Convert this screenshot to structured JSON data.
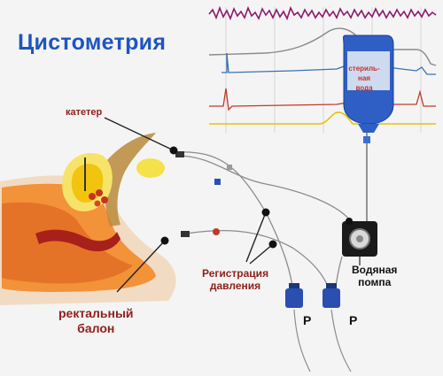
{
  "title": "Цистометрия",
  "labels": {
    "catheter": "катетер",
    "pressure_registration_line1": "Регистрация",
    "pressure_registration_line2": "давления",
    "rectal_balloon_line1": "ректальный",
    "rectal_balloon_line2": "балон",
    "water_pump_line1": "Водяная",
    "water_pump_line2": "помпа",
    "sterile_water_line1": "стериль-",
    "sterile_water_line2": "ная",
    "sterile_water_line3": "вода",
    "transducer_1": "P",
    "transducer_2": "P"
  },
  "trace_colors": {
    "emg": "#8b1a6b",
    "vesical": "#8a8a8a",
    "abdominal": "#3b6fb6",
    "detrusor": "#c0392b",
    "flow": "#e8c200"
  }
}
